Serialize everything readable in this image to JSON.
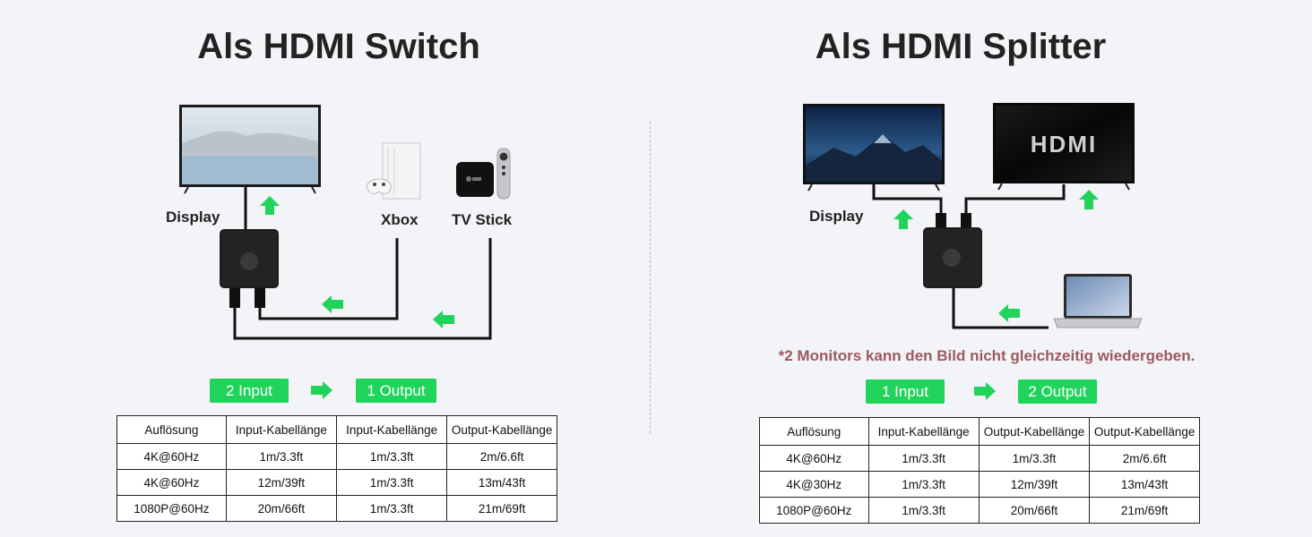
{
  "left": {
    "title": "Als HDMI Switch",
    "labels": {
      "display": "Display",
      "xbox": "Xbox",
      "tv_stick": "TV Stick"
    },
    "flow": {
      "from": "2 Input",
      "to": "1 Output"
    },
    "table": {
      "headers": [
        "Auflösung",
        "Input-Kabellänge",
        "Input-Kabellänge",
        "Output-Kabellänge"
      ],
      "rows": [
        [
          "4K@60Hz",
          "1m/3.3ft",
          "1m/3.3ft",
          "2m/6.6ft"
        ],
        [
          "4K@60Hz",
          "12m/39ft",
          "1m/3.3ft",
          "13m/43ft"
        ],
        [
          "1080P@60Hz",
          "20m/66ft",
          "1m/3.3ft",
          "21m/69ft"
        ]
      ]
    }
  },
  "right": {
    "title": "Als HDMI Splitter",
    "labels": {
      "display": "Display"
    },
    "monitor_text": "HDMI",
    "note": "*2 Monitors kann den Bild nicht gleichzeitig wiedergeben.",
    "flow": {
      "from": "1 Input",
      "to": "2 Output"
    },
    "table": {
      "headers": [
        "Auflösung",
        "Input-Kabellänge",
        "Output-Kabellänge",
        "Output-Kabellänge"
      ],
      "rows": [
        [
          "4K@60Hz",
          "1m/3.3ft",
          "1m/3.3ft",
          "2m/6.6ft"
        ],
        [
          "4K@30Hz",
          "1m/3.3ft",
          "12m/39ft",
          "13m/43ft"
        ],
        [
          "1080P@60Hz",
          "1m/3.3ft",
          "20m/66ft",
          "21m/69ft"
        ]
      ]
    }
  },
  "colors": {
    "accent_green": "#20d35a",
    "note_text": "#9c5a5e",
    "cable": "#111111"
  }
}
